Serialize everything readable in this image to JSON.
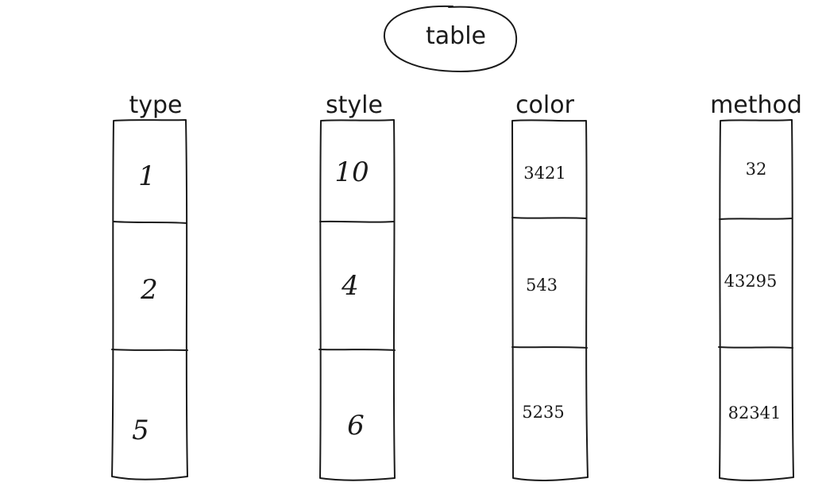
{
  "title": "table",
  "columns": [
    {
      "header": "type",
      "values": [
        "1",
        "2",
        "5"
      ]
    },
    {
      "header": "style",
      "values": [
        "10",
        "4",
        "6"
      ]
    },
    {
      "header": "color",
      "values": [
        "3421",
        "543",
        "5235"
      ]
    },
    {
      "header": "method",
      "values": [
        "32",
        "43295",
        "82341"
      ]
    }
  ]
}
